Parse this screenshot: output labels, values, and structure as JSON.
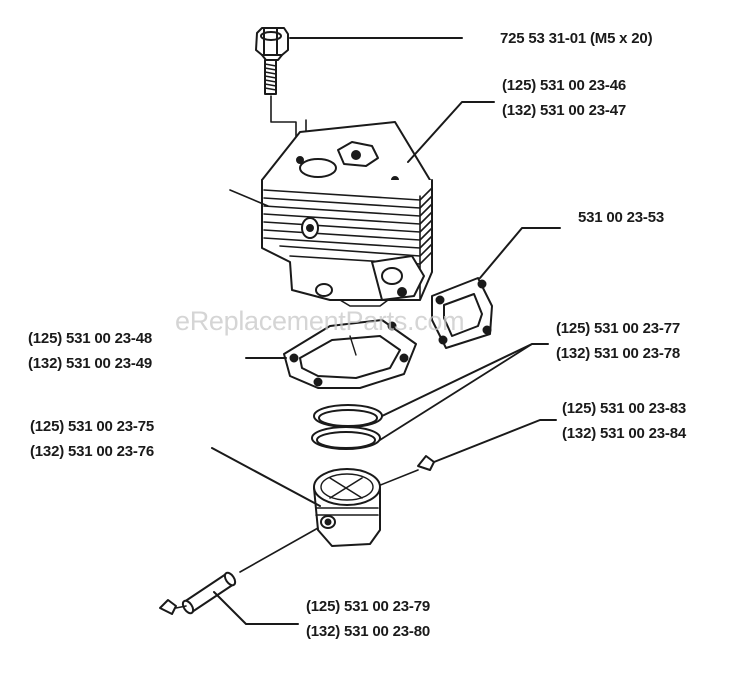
{
  "watermark": "eReplacementParts.com",
  "parts": {
    "screw": "725 53 31-01 (M5 x 20)",
    "cylinder": {
      "line1": "(125) 531 00 23-46",
      "line2": "(132) 531 00 23-47"
    },
    "flange_gasket": "531 00 23-53",
    "base_gasket": {
      "line1": "(125) 531 00 23-48",
      "line2": "(132) 531 00 23-49"
    },
    "piston_rings": {
      "line1": "(125) 531 00 23-77",
      "line2": "(132) 531 00 23-78"
    },
    "circlip": {
      "line1": "(125) 531 00 23-83",
      "line2": "(132) 531 00 23-84"
    },
    "piston": {
      "line1": "(125) 531 00 23-75",
      "line2": "(132) 531 00 23-76"
    },
    "piston_pin": {
      "line1": "(125) 531 00 23-79",
      "line2": "(132) 531 00 23-80"
    }
  }
}
